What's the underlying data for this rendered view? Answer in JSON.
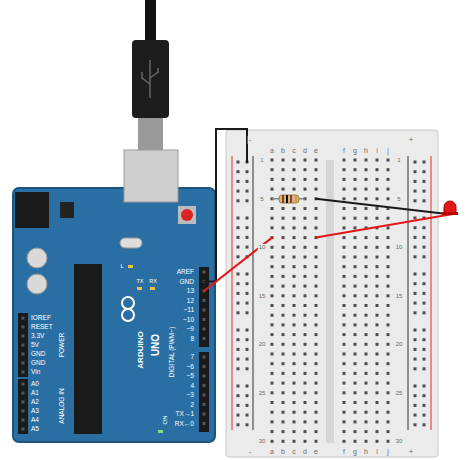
{
  "diagram": {
    "labels": [
      "AREF",
      "GND",
      "13",
      "12",
      "~11",
      "~10",
      "~9",
      "8",
      "7",
      "~6",
      "~5",
      "4",
      "~3",
      "2",
      "TX→1",
      "RX←0",
      "DIGITAL (PWM~)",
      "UNO",
      "ARDUINO",
      "TX",
      "RX",
      "L",
      "ON",
      "IOREF",
      "RESET",
      "3.3V",
      "5V",
      "GND",
      "GND",
      "Vin",
      "POWER",
      "A0",
      "A1",
      "A2",
      "A3",
      "A4",
      "A5",
      "ANALOG IN",
      "a",
      "b",
      "c",
      "d",
      "e",
      "f",
      "g",
      "h",
      "i",
      "j",
      "a",
      "b",
      "c",
      "d",
      "e",
      "f",
      "g",
      "h",
      "i",
      "j",
      "1",
      "5",
      "10",
      "15",
      "20",
      "25",
      "30",
      "1",
      "5",
      "10",
      "15",
      "20",
      "25",
      "30",
      "-",
      "+",
      "-",
      "+"
    ]
  }
}
